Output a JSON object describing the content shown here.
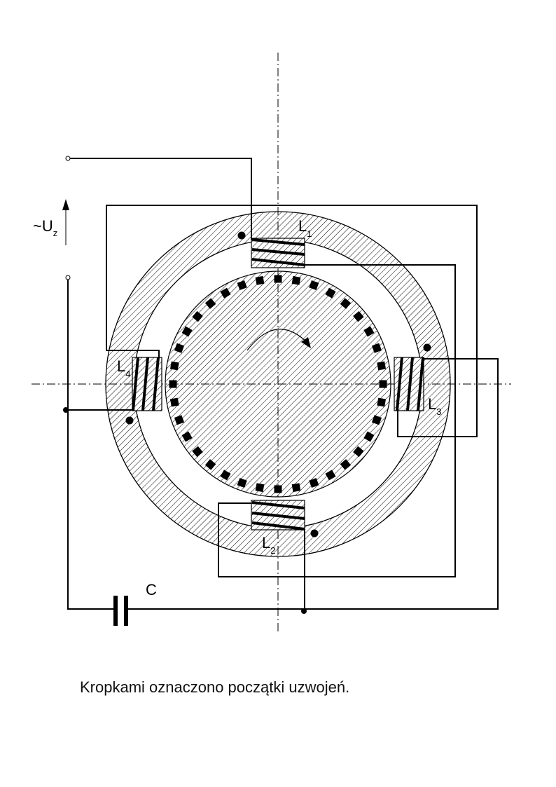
{
  "labels": {
    "supply_voltage": "~U",
    "supply_voltage_sub": "z",
    "coil_1": "L",
    "coil_1_sub": "1",
    "coil_2": "L",
    "coil_2_sub": "2",
    "coil_3": "L",
    "coil_3_sub": "3",
    "coil_4": "L",
    "coil_4_sub": "4",
    "capacitor": "C"
  },
  "caption": "Kropkami oznaczono początki uzwojeń."
}
